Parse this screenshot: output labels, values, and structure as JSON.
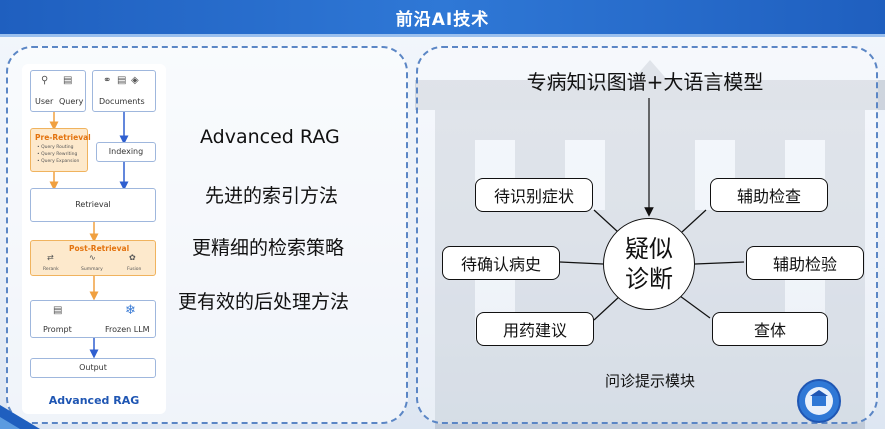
{
  "header": {
    "title": "前沿AI技术"
  },
  "rag": {
    "user_label": "User",
    "query_label": "Query",
    "documents_label": "Documents",
    "pre_retrieval_title": "Pre-Retrieval",
    "pre_items": [
      "• Query Routing",
      "• Query Rewriting",
      "• Query Expansion"
    ],
    "indexing_label": "Indexing",
    "retrieval_label": "Retrieval",
    "post_retrieval_title": "Post-Retrieval",
    "rerank_label": "Rerank",
    "summary_label": "Summary",
    "fusion_label": "Fusion",
    "prompt_label": "Prompt",
    "llm_label": "Frozen LLM",
    "output_label": "Output",
    "title": "Advanced RAG"
  },
  "middle": {
    "lines": [
      "Advanced RAG",
      "先进的索引方法",
      "更精细的检索策略",
      "更有效的后处理方法"
    ]
  },
  "knowledge": {
    "title": "专病知识图谱+大语言模型",
    "center_line1": "疑似",
    "center_line2": "诊断",
    "nodes": {
      "symptoms": "待识别症状",
      "disease_history": "待确认病史",
      "medication": "用药建议",
      "aux_exam": "辅助检查",
      "aux_test": "辅助检验",
      "physical_exam": "查体"
    },
    "module_label": "问诊提示模块"
  },
  "colors": {
    "header_blue": "#2f78d6",
    "rag_blue": "#1f56b3",
    "arrow_orange": "#f0a040",
    "arrow_blue": "#2f5fd0",
    "panel_border": "#5b86c5"
  }
}
